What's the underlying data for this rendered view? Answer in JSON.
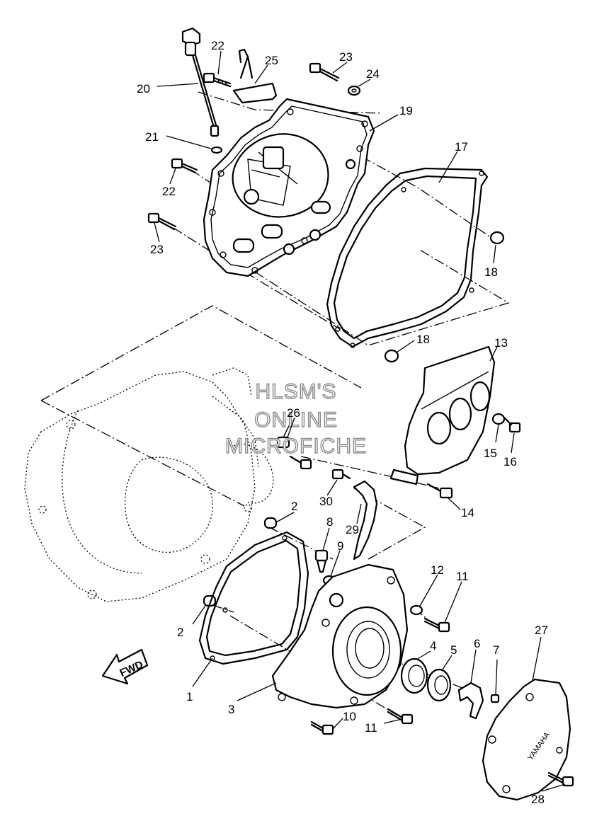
{
  "watermark": [
    "HLSM'S",
    "ONLINE",
    "MICROFICHE"
  ],
  "fwd_label": "FWD",
  "brand_label": "YAMAHA",
  "callouts": {
    "c1": "1",
    "c2a": "2",
    "c2b": "2",
    "c3": "3",
    "c4": "4",
    "c5": "5",
    "c6": "6",
    "c7": "7",
    "c8": "8",
    "c9": "9",
    "c10": "10",
    "c11a": "11",
    "c11b": "11",
    "c12": "12",
    "c13": "13",
    "c14": "14",
    "c15": "15",
    "c16": "16",
    "c17": "17",
    "c18a": "18",
    "c18b": "18",
    "c19": "19",
    "c20": "20",
    "c21": "21",
    "c22a": "22",
    "c22b": "22",
    "c23a": "23",
    "c23b": "23",
    "c24": "24",
    "c25": "25",
    "c26": "26",
    "c27": "27",
    "c28": "28",
    "c29": "29",
    "c30": "30"
  }
}
